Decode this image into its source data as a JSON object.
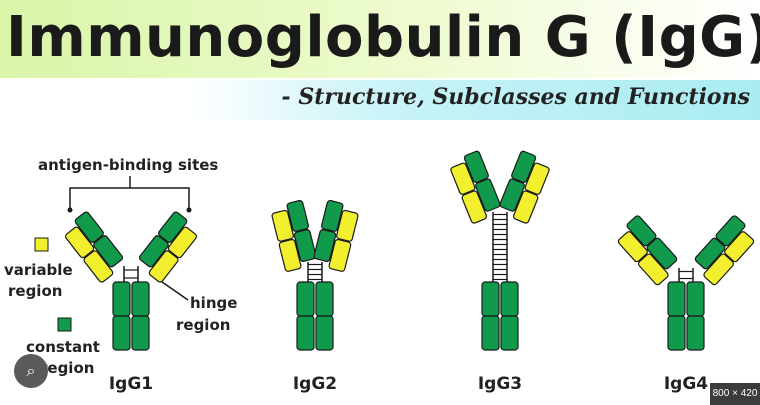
{
  "header": {
    "title": "Immunoglobulin G (IgG)",
    "subtitle": "- Structure, Subclasses and Functions"
  },
  "labels": {
    "antigen_binding": "antigen-binding sites",
    "variable_1": "variable",
    "variable_2": "region",
    "constant_1": "constant",
    "constant_2": "region",
    "hinge_1": "hinge",
    "hinge_2": "region"
  },
  "subclasses": [
    "IgG1",
    "IgG2",
    "IgG3",
    "IgG4"
  ],
  "colors": {
    "variable": "#f2ef2e",
    "constant": "#119a4b",
    "outline": "#1a1a1a"
  },
  "badge": "800 × 420",
  "lens_icon": "lens-search-icon"
}
